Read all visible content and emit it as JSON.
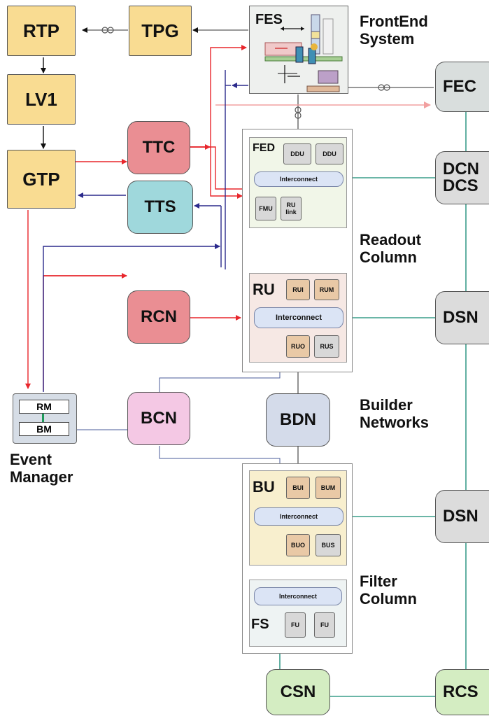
{
  "blocks": {
    "rtp": "RTP",
    "tpg": "TPG",
    "lv1": "LV1",
    "gtp": "GTP",
    "ttc": "TTC",
    "tts": "TTS",
    "rcn": "RCN",
    "bcn": "BCN",
    "bdn": "BDN",
    "csn": "CSN",
    "rcs": "RCS",
    "fec": "FEC",
    "dcn": "DCN",
    "dcs": "DCS",
    "dsn_top": "DSN",
    "dsn_bottom": "DSN"
  },
  "fes": {
    "title": "FES"
  },
  "fed": {
    "title": "FED",
    "ddu1": "DDU",
    "ddu2": "DDU",
    "interconnect": "Interconnect",
    "fmu": "FMU",
    "ru_link": "RU link"
  },
  "ru": {
    "title": "RU",
    "rui": "RUI",
    "rum": "RUM",
    "interconnect": "Interconnect",
    "ruo": "RUO",
    "rus": "RUS"
  },
  "bu": {
    "title": "BU",
    "bui": "BUI",
    "bum": "BUM",
    "interconnect": "Interconnect",
    "buo": "BUO",
    "bus": "BUS"
  },
  "fs": {
    "title": "FS",
    "interconnect": "Interconnect",
    "fu1": "FU",
    "fu2": "FU"
  },
  "event_manager": {
    "rm": "RM",
    "bm": "BM",
    "label": "Event\nManager"
  },
  "labels": {
    "frontend": "FrontEnd\nSystem",
    "readout": "Readout\nColumn",
    "builder": "Builder\nNetworks",
    "filter": "Filter\nColumn"
  },
  "colors": {
    "red_line": "#e8262c",
    "navy_line": "#2b2a8c",
    "teal_line": "#3a9d8a",
    "gray_line": "#777777"
  }
}
